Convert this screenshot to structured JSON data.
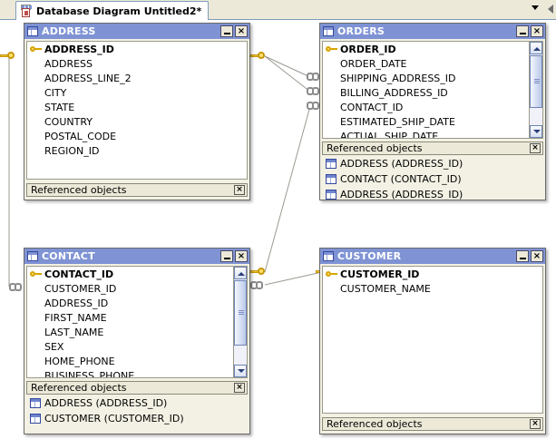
{
  "tab": {
    "title": "Database Diagram Untitled2*",
    "icon": "diagram-icon",
    "dropdown_icon": "chevron-down-icon",
    "scroll_icon": "scroll-left-icon"
  },
  "panel_header_label": "Referenced objects",
  "close_label": "×",
  "tables": [
    {
      "name": "ADDRESS",
      "columns": [
        {
          "name": "ADDRESS_ID",
          "pk": true
        },
        {
          "name": "ADDRESS",
          "pk": false
        },
        {
          "name": "ADDRESS_LINE_2",
          "pk": false
        },
        {
          "name": "CITY",
          "pk": false
        },
        {
          "name": "STATE",
          "pk": false
        },
        {
          "name": "COUNTRY",
          "pk": false
        },
        {
          "name": "POSTAL_CODE",
          "pk": false
        },
        {
          "name": "REGION_ID",
          "pk": false
        }
      ],
      "references": [],
      "scrollbar": false
    },
    {
      "name": "ORDERS",
      "columns": [
        {
          "name": "ORDER_ID",
          "pk": true
        },
        {
          "name": "ORDER_DATE",
          "pk": false
        },
        {
          "name": "SHIPPING_ADDRESS_ID",
          "pk": false
        },
        {
          "name": "BILLING_ADDRESS_ID",
          "pk": false
        },
        {
          "name": "CONTACT_ID",
          "pk": false
        },
        {
          "name": "ESTIMATED_SHIP_DATE",
          "pk": false
        },
        {
          "name": "ACTUAL_SHIP_DATE",
          "pk": false
        }
      ],
      "references": [
        "ADDRESS (ADDRESS_ID)",
        "CONTACT (CONTACT_ID)",
        "ADDRESS (ADDRESS_ID)"
      ],
      "scrollbar": true
    },
    {
      "name": "CONTACT",
      "columns": [
        {
          "name": "CONTACT_ID",
          "pk": true
        },
        {
          "name": "CUSTOMER_ID",
          "pk": false
        },
        {
          "name": "ADDRESS_ID",
          "pk": false
        },
        {
          "name": "FIRST_NAME",
          "pk": false
        },
        {
          "name": "LAST_NAME",
          "pk": false
        },
        {
          "name": "SEX",
          "pk": false
        },
        {
          "name": "HOME_PHONE",
          "pk": false
        },
        {
          "name": "BUSINESS_PHONE",
          "pk": false
        }
      ],
      "references": [
        "ADDRESS (ADDRESS_ID)",
        "CUSTOMER (CUSTOMER_ID)"
      ],
      "scrollbar": true
    },
    {
      "name": "CUSTOMER",
      "columns": [
        {
          "name": "CUSTOMER_ID",
          "pk": true
        },
        {
          "name": "CUSTOMER_NAME",
          "pk": false
        }
      ],
      "references": [],
      "scrollbar": false
    }
  ],
  "colors": {
    "titlebar": "#7f93d4",
    "panel": "#ece9d8",
    "body": "#f3f1e4",
    "canvas": "#ffffff",
    "link": "#9a9a92",
    "key": "#e8c233"
  }
}
